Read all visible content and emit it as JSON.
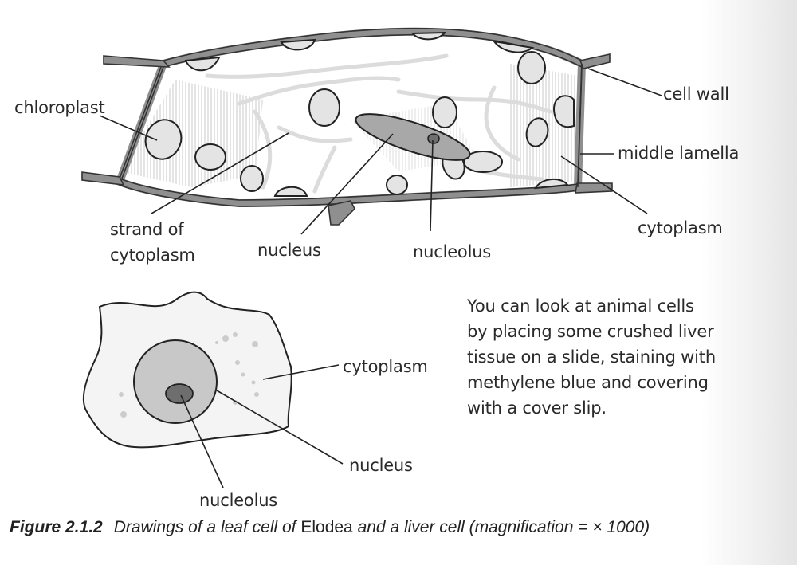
{
  "plant_cell": {
    "title": "leaf cell of Elodea",
    "labels": {
      "chloroplast": "chloroplast",
      "cell_wall": "cell wall",
      "middle_lamella": "middle lamella",
      "cytoplasm": "cytoplasm",
      "strand_line1": "strand of",
      "strand_line2": "cytoplasm",
      "nucleus": "nucleus",
      "nucleolus": "nucleolus"
    }
  },
  "animal_cell": {
    "title": "liver cell",
    "labels": {
      "cytoplasm": "cytoplasm",
      "nucleus": "nucleus",
      "nucleolus": "nucleolus"
    }
  },
  "paragraph": {
    "lines": [
      "You can look at animal cells",
      "by placing some crushed liver",
      "tissue on a slide, staining with",
      "methylene blue and covering",
      "with a cover slip."
    ]
  },
  "caption": {
    "figure_number": "Figure 2.1.2",
    "part1": "Drawings of a leaf cell of",
    "species": "Elodea",
    "part2": "and a liver cell (magnification = × 1000)"
  },
  "colors": {
    "wall_fill": "#8f8f8f",
    "wall_line": "#333333",
    "chloroplast_fill": "#e4e4e4",
    "nucleus_fill": "#a8a8a8",
    "nucleolus_fill": "#6e6e6e",
    "cytoplasm_fill": "#f3f3f3",
    "liver_nucleus_fill": "#c8c8c8"
  }
}
